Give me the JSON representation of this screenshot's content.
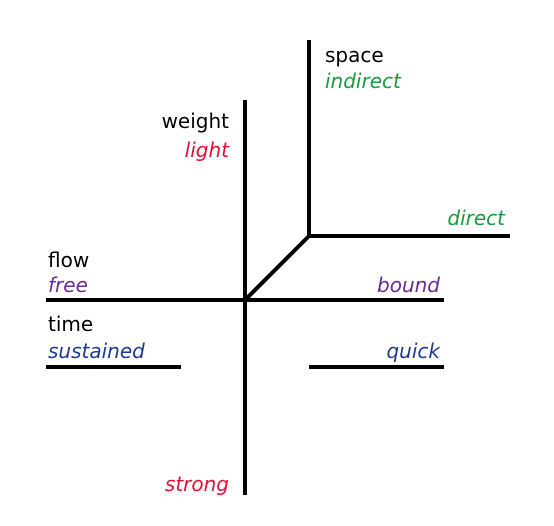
{
  "diagram": {
    "space": {
      "title": "space",
      "pole_a": "indirect",
      "pole_b": "direct",
      "color": "#1a9a3e"
    },
    "weight": {
      "title": "weight",
      "pole_a": "light",
      "pole_b": "strong",
      "color": "#e0103a"
    },
    "flow": {
      "title": "flow",
      "pole_a": "free",
      "pole_b": "bound",
      "color": "#6a2c91"
    },
    "time": {
      "title": "time",
      "pole_a": "sustained",
      "pole_b": "quick",
      "color": "#1f3a93"
    }
  }
}
